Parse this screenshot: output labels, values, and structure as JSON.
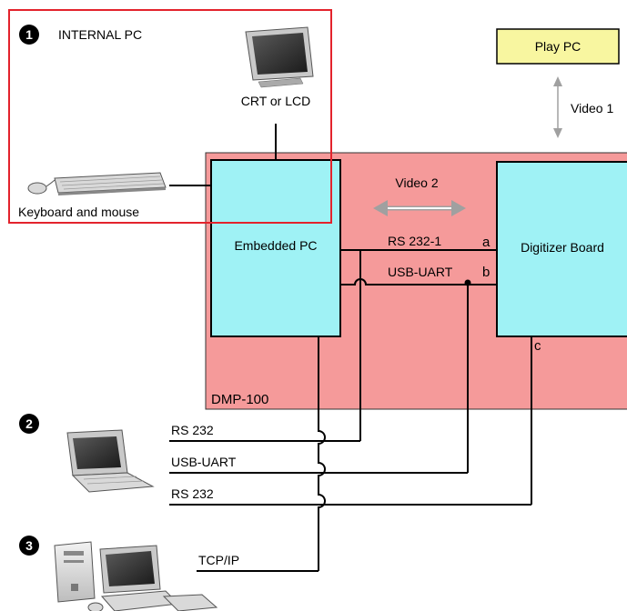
{
  "internal_pc": {
    "badge": "1",
    "title": "INTERNAL PC",
    "monitor_label": "CRT or LCD",
    "keyboard_label": "Keyboard and mouse"
  },
  "play_pc": {
    "label": "Play PC",
    "video_label": "Video 1"
  },
  "device": {
    "name": "DMP-100",
    "embedded_pc": "Embedded PC",
    "digitizer": "Digitizer Board",
    "video_label": "Video 2"
  },
  "connections": {
    "rs232_1": "RS 232-1",
    "usb_uart": "USB-UART",
    "port_a": "a",
    "port_b": "b",
    "port_c": "c"
  },
  "external": {
    "badge_2": "2",
    "badge_3": "3",
    "rs232_top": "RS 232",
    "usb_uart": "USB-UART",
    "rs232_bottom": "RS 232",
    "tcpip": "TCP/IP"
  },
  "colors": {
    "device_bg": "#f59a9a",
    "board_fill": "#9ff2f5",
    "play_pc_fill": "#f8f6a0",
    "internal_border": "#e3232c",
    "arrow_gray": "#a0a0a0"
  },
  "icons": [
    "monitor-icon",
    "keyboard-icon",
    "mouse-icon",
    "laptop-icon",
    "desktop-pc-icon"
  ]
}
